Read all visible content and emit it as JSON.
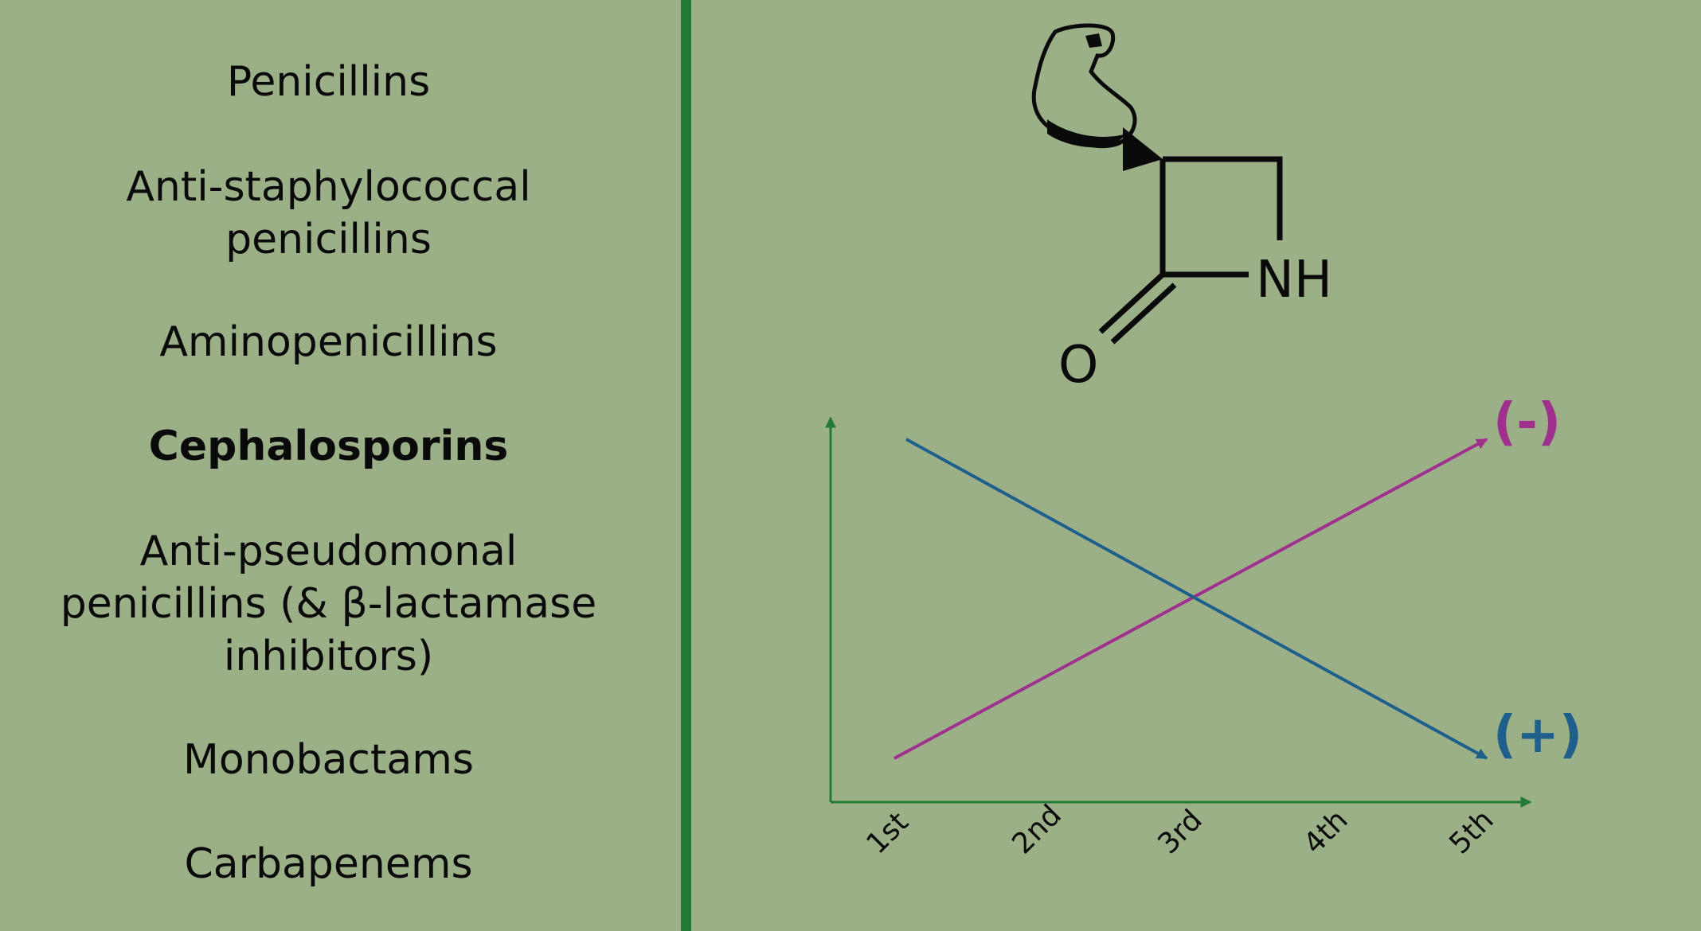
{
  "classes": [
    {
      "label": "Penicillins",
      "active": false
    },
    {
      "label": "Anti-staphylococcal\npenicillins",
      "active": false
    },
    {
      "label": "Aminopenicillins",
      "active": false
    },
    {
      "label": "Cephalosporins",
      "active": true
    },
    {
      "label": "Anti-pseudomonal\npenicillins (& β-lactamase\ninhibitors)",
      "active": false
    },
    {
      "label": "Monobactams",
      "active": false
    },
    {
      "label": "Carbapenems",
      "active": false
    }
  ],
  "molecule": {
    "atom_nh": "NH",
    "atom_o": "O",
    "decoration": "flexed-arm-icon"
  },
  "colors": {
    "background": "#9cb088",
    "divider": "#227a34",
    "axis": "#227a34",
    "gram_negative": "#a0308e",
    "gram_positive": "#1f5f8b"
  },
  "chart_data": {
    "type": "line",
    "categories": [
      "1st",
      "2nd",
      "3rd",
      "4th",
      "5th"
    ],
    "series": [
      {
        "name": "(-)",
        "color": "#a0308e",
        "values": [
          1,
          2,
          3,
          4,
          5
        ]
      },
      {
        "name": "(+)",
        "color": "#1f5f8b",
        "values": [
          5,
          4,
          3,
          2,
          1
        ]
      }
    ],
    "ylim": [
      0,
      6
    ],
    "xlabel": "",
    "ylabel": "",
    "grid": false
  }
}
